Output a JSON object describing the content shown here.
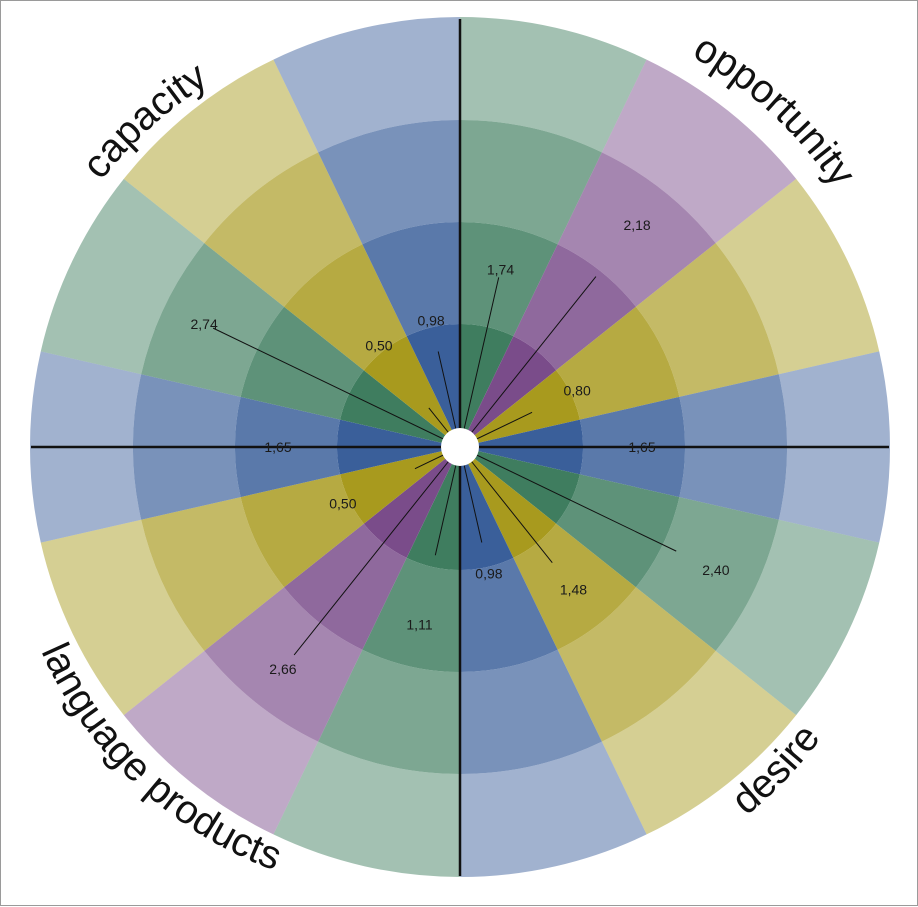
{
  "colors": {
    "green": "#3f7d5f",
    "purple": "#7a4c8a",
    "olive": "#a89a1e",
    "blue": "#3a5f9a",
    "axis": "#111111",
    "hub": "#ffffff"
  },
  "quadrants": {
    "capacity": "capacity",
    "opportunity": "opportunity",
    "desire": "desire",
    "language_products": "language products"
  },
  "sectors": [
    {
      "color": "green",
      "value": 1.74,
      "label": "1,74"
    },
    {
      "color": "purple",
      "value": 2.18,
      "label": "2,18"
    },
    {
      "color": "olive",
      "value": 0.8,
      "label": "0,80"
    },
    {
      "color": "blue",
      "value": 1.65,
      "label": "1,65"
    },
    {
      "color": "green",
      "value": 2.4,
      "label": "2,40"
    },
    {
      "color": "olive",
      "value": 1.48,
      "label": "1,48"
    },
    {
      "color": "blue",
      "value": 0.98,
      "label": "0,98"
    },
    {
      "color": "green",
      "value": 1.11,
      "label": "1,11"
    },
    {
      "color": "purple",
      "value": 2.66,
      "label": "2,66"
    },
    {
      "color": "olive",
      "value": 0.5,
      "label": "0,50"
    },
    {
      "color": "blue",
      "value": 1.65,
      "label": "1,65"
    },
    {
      "color": "green",
      "value": 2.74,
      "label": "2,74"
    },
    {
      "color": "olive",
      "value": 0.5,
      "label": "0,50"
    },
    {
      "color": "blue",
      "value": 0.98,
      "label": "0,98"
    }
  ],
  "ring_levels": 4
}
